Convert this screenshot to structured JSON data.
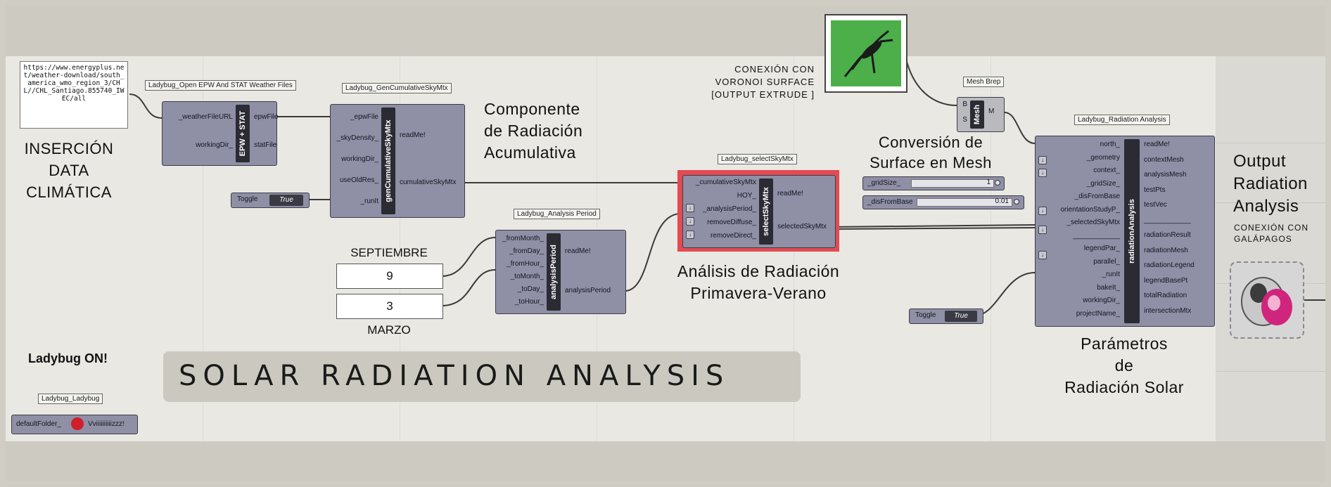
{
  "url_panel": {
    "text": "https://www.energyplus.net/weather-download/south_america_wmo_region_3/CHL//CHL_Santiago.855740_IWEC/all"
  },
  "labels": {
    "insercion": [
      "INSERCIÓN",
      "DATA",
      "CLIMÁTICA"
    ],
    "componente": [
      "Componente",
      "de Radiación",
      "Acumulativa"
    ],
    "conexion_voronoi": [
      "CONEXIÓN CON",
      "VORONOI SURFACE",
      "[OUTPUT EXTRUDE ]"
    ],
    "conversion": [
      "Conversión de",
      "Surface en Mesh"
    ],
    "output": [
      "Output",
      "Radiation",
      "Analysis"
    ],
    "conexion_galapagos": [
      "CONEXIÓN CON",
      "GALÁPAGOS"
    ],
    "septiembre": "SEPTIEMBRE",
    "marzo": "MARZO",
    "analisis": [
      "Análisis de Radiación",
      "Primavera-Verano"
    ],
    "parametros": [
      "Parámetros",
      "de",
      "Radiación Solar"
    ],
    "ladybug_on": "Ladybug ON!",
    "banner": "SOLAR RADIATION ANALYSIS"
  },
  "components": {
    "epw": {
      "title": "Ladybug_Open EPW And STAT Weather Files",
      "core": "EPW + STAT",
      "inputs": [
        "_weatherFileURL",
        "workingDir_"
      ],
      "outputs": [
        "epwFile",
        "statFile"
      ]
    },
    "gencum": {
      "title": "Ladybug_GenCumulativeSkyMtx",
      "core": "genCumulativeSkyMtx",
      "inputs": [
        "_epwFile",
        "_skyDensity_",
        "workingDir_",
        "useOldRes_",
        "_runIt"
      ],
      "outputs": [
        "readMe!",
        "cumulativeSkyMtx"
      ]
    },
    "period": {
      "title": "Ladybug_Analysis Period",
      "core": "analysisPeriod",
      "inputs": [
        "_fromMonth_",
        "_fromDay_",
        "_fromHour_",
        "_toMonth_",
        "_toDay_",
        "_toHour_"
      ],
      "outputs": [
        "readMe!",
        "analysisPeriod"
      ]
    },
    "select": {
      "title": "Ladybug_selectSkyMtx",
      "core": "selectSkyMtx",
      "inputs": [
        "_cumulativeSkyMtx",
        "HOY_",
        "_analysisPeriod_",
        "removeDiffuse_",
        "removeDirect_"
      ],
      "outputs": [
        "readMe!",
        "selectedSkyMtx"
      ]
    },
    "mesh": {
      "title": "Mesh Brep",
      "core": "Mesh",
      "inputs": [
        "B",
        "S"
      ],
      "outputs": [
        "M"
      ]
    },
    "radiation": {
      "title": "Ladybug_Radiation Analysis",
      "core": "radiationAnalysis",
      "inputs": [
        "north_",
        "_geometry",
        "context_",
        "_gridSize_",
        "_disFromBase",
        "orientationStudyP_",
        "_selectedSkyMtx",
        "____________",
        "legendPar_",
        "parallel_",
        "_runIt",
        "bakeIt_",
        "workingDir_",
        "projectName_"
      ],
      "outputs": [
        "readMe!",
        "contextMesh",
        "analysisMesh",
        "testPts",
        "testVec",
        "____________",
        "radiationResult",
        "radiationMesh",
        "radiationLegend",
        "legendBasePt",
        "totalRadiation",
        "intersectionMtx"
      ]
    },
    "ladybug": {
      "title": "Ladybug_Ladybug",
      "input": "defaultFolder_",
      "output": "Vviiiiiiiiiizzz!"
    }
  },
  "toggles": {
    "toggle1": {
      "label": "Toggle",
      "value": "True"
    },
    "toggle2": {
      "label": "Toggle",
      "value": "True"
    }
  },
  "numbers": {
    "from_month": "9",
    "to_month": "3"
  },
  "sliders": {
    "grid_size": {
      "label": "_gridSize_",
      "value": "1"
    },
    "dis_from_base": {
      "label": "_disFromBase",
      "value": "0.01"
    }
  },
  "colors": {
    "highlight": "#e34a52",
    "component": "#8f8fa6",
    "core": "#2b2b33",
    "grasshopper": "#43a843"
  },
  "icons": {
    "grasshopper": "grasshopper-icon",
    "galapagos": "galapagos-icon",
    "ladybug": "ladybug-icon"
  }
}
